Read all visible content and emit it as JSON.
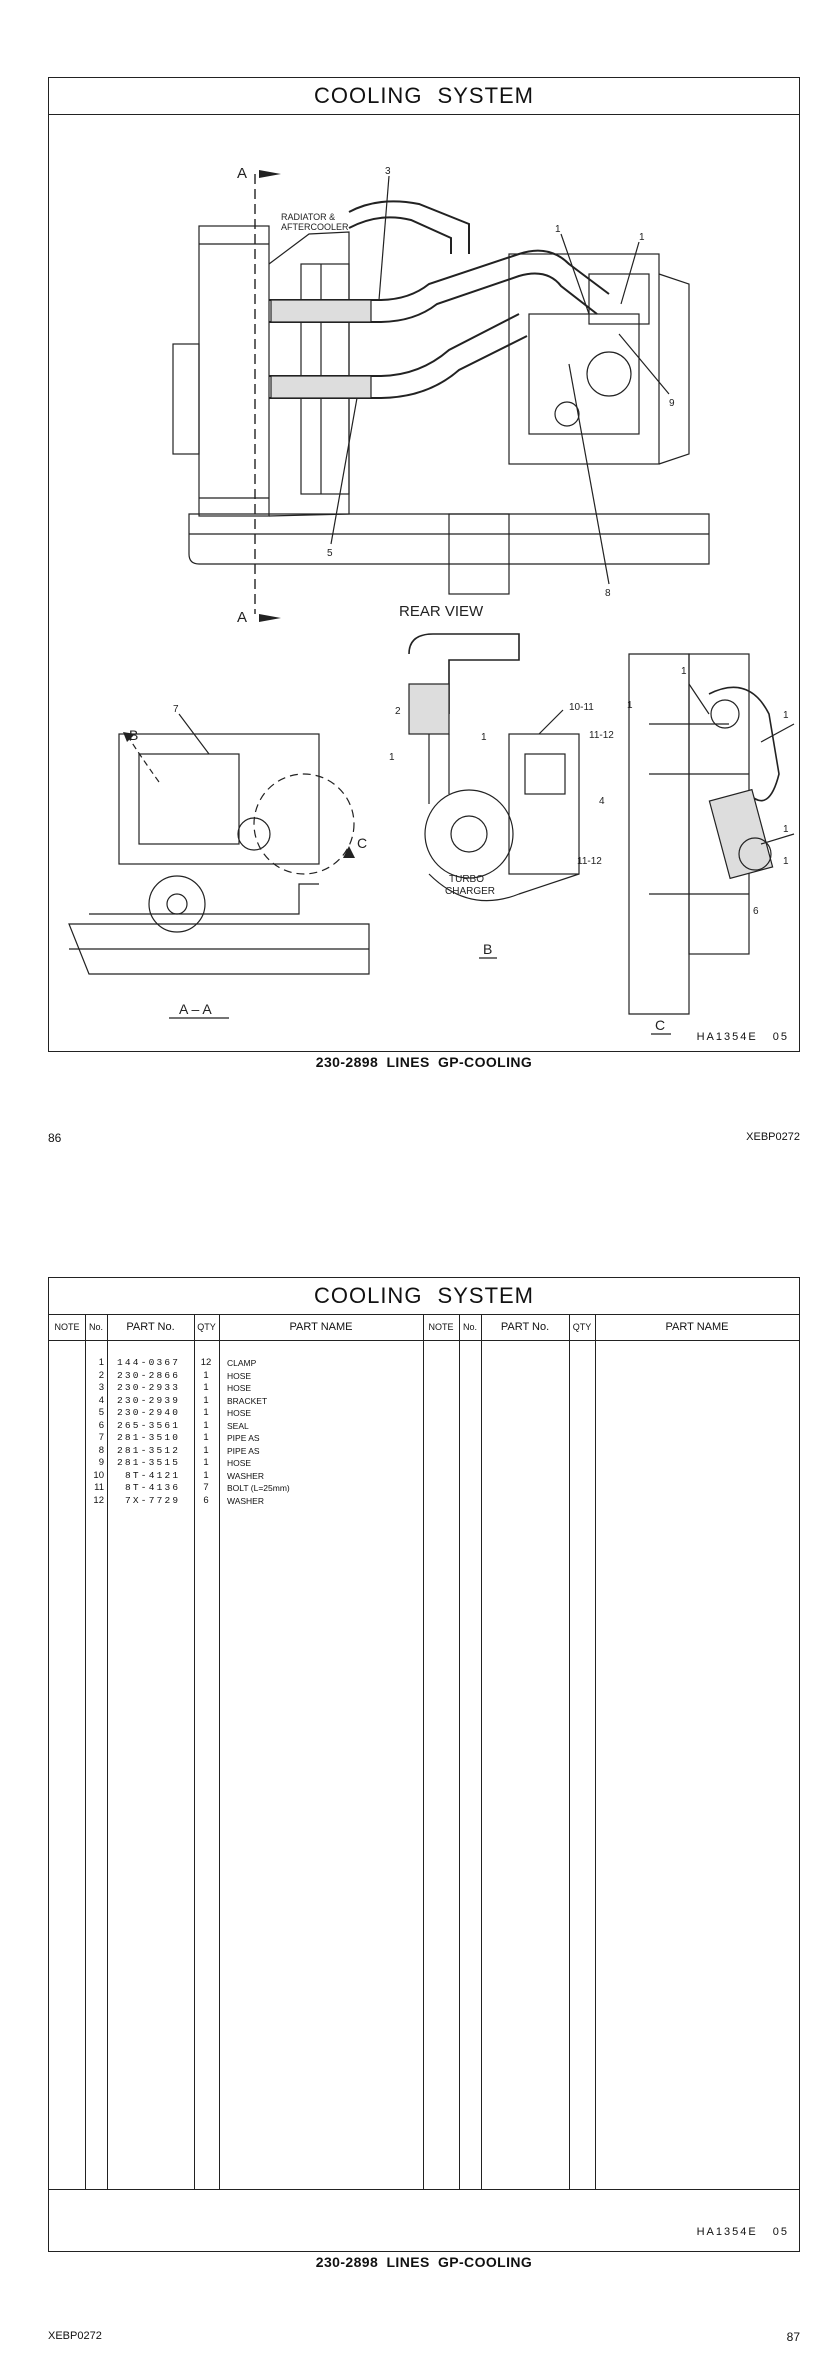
{
  "page1": {
    "title": "COOLING SYSTEM",
    "fig_code": "HA1354E   05",
    "caption": "230-2898  LINES GP-COOLING",
    "page_number": "86",
    "doc_id": "XEBP0272",
    "labels": {
      "section_a_top": "A",
      "section_a_bottom": "A",
      "radiator": "RADIATOR &",
      "aftercooler": "AFTERCOOLER",
      "rear_view": "REAR VIEW",
      "view_aa": "A – A",
      "view_b": "B",
      "view_c": "C",
      "arrow_b": "B",
      "arrow_c": "C",
      "turbo_1": "TURBO",
      "turbo_2": "CHARGER"
    },
    "callouts": [
      "1",
      "1",
      "3",
      "5",
      "8",
      "9",
      "7",
      "2",
      "1",
      "1",
      "10-11",
      "1",
      "11-12",
      "1",
      "1",
      "4",
      "1",
      "11-12",
      "1",
      "6"
    ]
  },
  "page2": {
    "title": "COOLING SYSTEM",
    "headers": {
      "note": "NOTE",
      "no": "No.",
      "part_no": "PART No.",
      "qty": "QTY",
      "part_name": "PART NAME"
    },
    "parts": [
      {
        "no": "1",
        "part_no": "144-0367",
        "qty": "12",
        "name": "CLAMP"
      },
      {
        "no": "2",
        "part_no": "230-2866",
        "qty": "1",
        "name": "HOSE"
      },
      {
        "no": "3",
        "part_no": "230-2933",
        "qty": "1",
        "name": "HOSE"
      },
      {
        "no": "4",
        "part_no": "230-2939",
        "qty": "1",
        "name": "BRACKET"
      },
      {
        "no": "5",
        "part_no": "230-2940",
        "qty": "1",
        "name": "HOSE"
      },
      {
        "no": "6",
        "part_no": "265-3561",
        "qty": "1",
        "name": "SEAL"
      },
      {
        "no": "7",
        "part_no": "281-3510",
        "qty": "1",
        "name": "PIPE AS"
      },
      {
        "no": "8",
        "part_no": "281-3512",
        "qty": "1",
        "name": "PIPE AS"
      },
      {
        "no": "9",
        "part_no": "281-3515",
        "qty": "1",
        "name": "HOSE"
      },
      {
        "no": "10",
        "part_no": "8T-4121",
        "qty": "1",
        "name": "WASHER"
      },
      {
        "no": "11",
        "part_no": "8T-4136",
        "qty": "7",
        "name": "BOLT (L=25mm)"
      },
      {
        "no": "12",
        "part_no": "7X-7729",
        "qty": "6",
        "name": "WASHER"
      }
    ],
    "fig_code": "HA1354E   05",
    "caption": "230-2898  LINES GP-COOLING",
    "doc_id": "XEBP0272",
    "page_number": "87"
  }
}
